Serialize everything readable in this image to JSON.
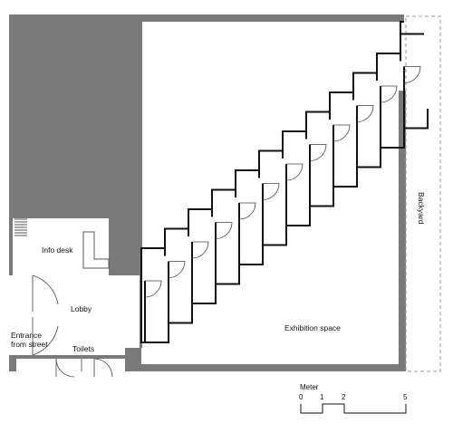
{
  "labels": {
    "info_desk": "Info desk",
    "lobby": "Lobby",
    "entrance": [
      "Entrance",
      "from street"
    ],
    "toilets": "Toilets",
    "exhibition": "Exhibition space",
    "backyard": "Backyard"
  },
  "scale": {
    "title": "Meter",
    "ticks": [
      "0",
      "1",
      "2",
      "5"
    ]
  },
  "colors": {
    "wall": "#7a7a7a",
    "partition": "#111111"
  }
}
